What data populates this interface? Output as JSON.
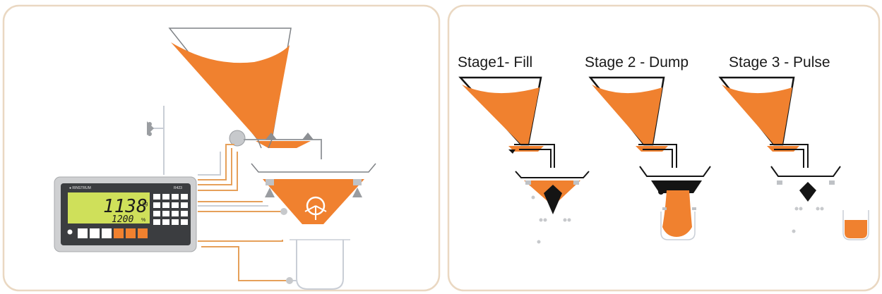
{
  "colors": {
    "material": "#f0812f",
    "material_dark": "#e0732a",
    "panel_border": "#ead8c2",
    "pipe": "#e6a05a",
    "cable": "#c9ced6",
    "indicator_case": "#cfd0d2",
    "lcd": "#cfe05a",
    "outline": "#141414",
    "gray_outline": "#7f8286"
  },
  "stages": [
    {
      "title": "Stage1- Fill"
    },
    {
      "title": "Stage 2 - Dump"
    },
    {
      "title": "Stage 3 - Pulse"
    }
  ],
  "indicator": {
    "main_reading": "1138",
    "main_unit": "kg",
    "secondary_reading": "1200",
    "secondary_unit": "%"
  }
}
